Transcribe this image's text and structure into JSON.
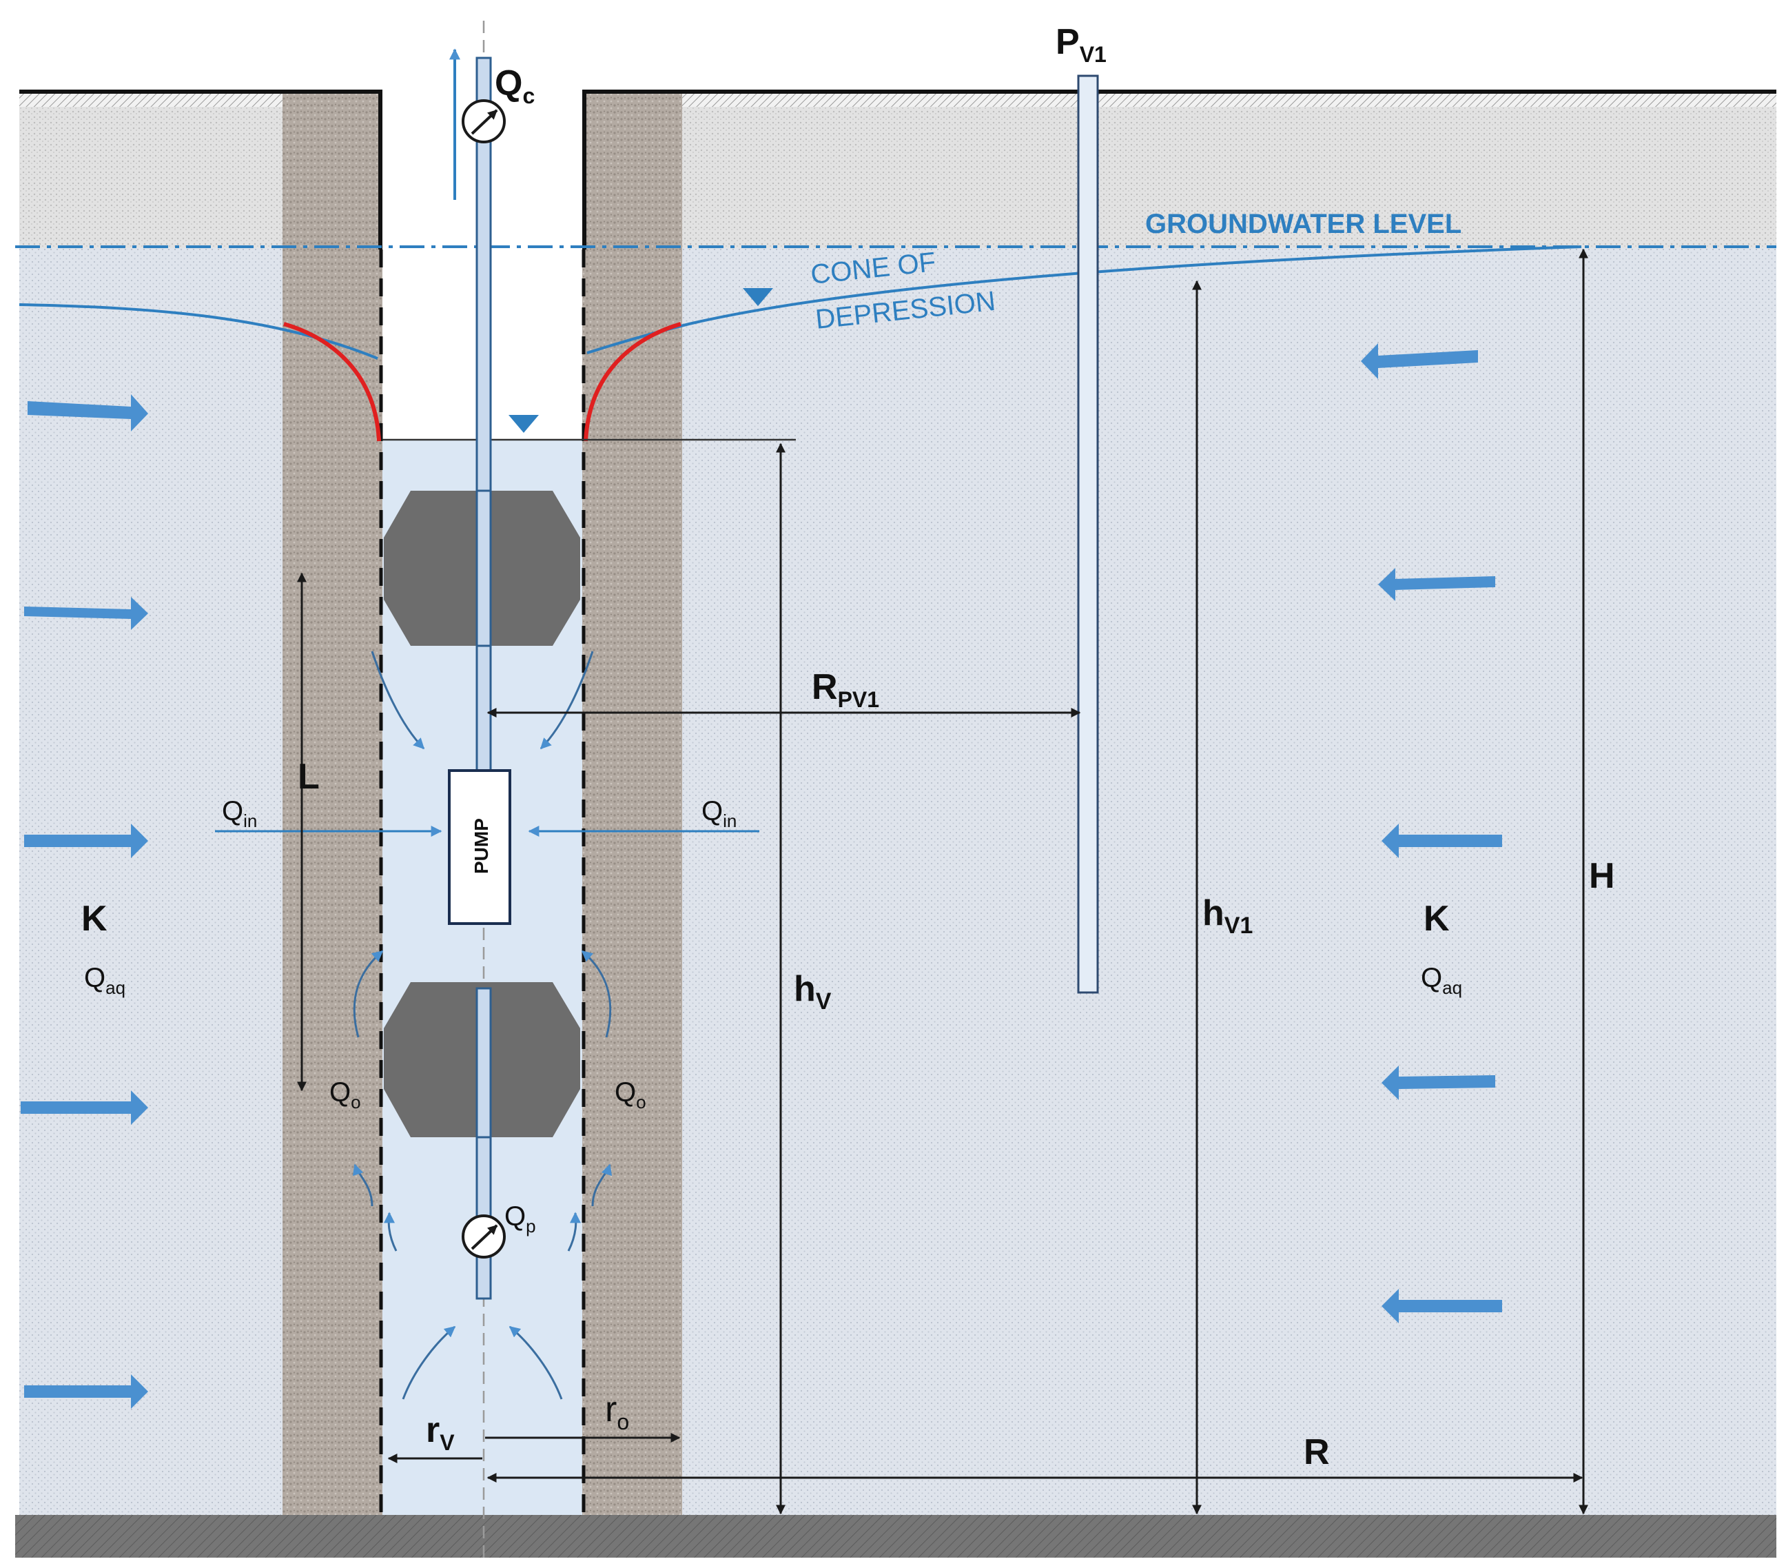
{
  "diagram": {
    "annotations": {
      "groundwater_level": "GROUNDWATER LEVEL",
      "cone_line1": "CONE OF",
      "cone_line2": "DEPRESSION",
      "pump": "PUMP"
    },
    "symbols": {
      "qc_main": "Q",
      "qc_sub": "c",
      "pv1_main": "P",
      "pv1_sub": "V1",
      "rpv1_main": "R",
      "rpv1_sub": "PV1",
      "l": "L",
      "qin_main": "Q",
      "qin_sub": "in",
      "k": "K",
      "qaq_main": "Q",
      "qaq_sub": "aq",
      "hv_main": "h",
      "hv_sub": "V",
      "hv1_main": "h",
      "hv1_sub": "V1",
      "h_cap": "H",
      "qo_main": "Q",
      "qo_sub": "o",
      "qp_main": "Q",
      "qp_sub": "p",
      "rv_main": "r",
      "rv_sub": "V",
      "ro_main": "r",
      "ro_sub": "o",
      "r_cap": "R"
    },
    "colors": {
      "water": "#2e7fc0",
      "arrow": "#4a90d0",
      "aquifer": "#dde3ec",
      "gravel_pack": "#b5aca4",
      "packer": "#6d6d6d",
      "bedrock": "#737373",
      "red_curve": "#e02020"
    }
  }
}
